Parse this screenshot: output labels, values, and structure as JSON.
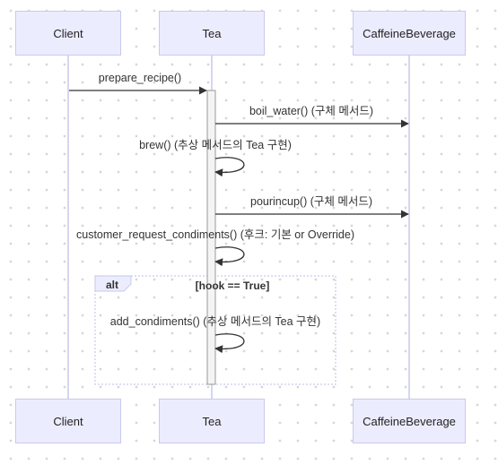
{
  "participants": [
    {
      "label": "Client"
    },
    {
      "label": "Tea"
    },
    {
      "label": "CaffeineBeverage"
    }
  ],
  "messages": [
    {
      "label": "prepare_recipe()"
    },
    {
      "label": "boil_water() (구체 메서드)"
    },
    {
      "label": "brew() (추상 메서드의 Tea 구현)"
    },
    {
      "label": "pourincup() (구체 메서드)"
    },
    {
      "label": "customer_request_condiments() (후크: 기본 or Override)"
    },
    {
      "label": "add_condiments() (추상 메서드의 Tea 구현)"
    }
  ],
  "alt_block": {
    "tag": "alt",
    "condition": "[hook == True]"
  }
}
